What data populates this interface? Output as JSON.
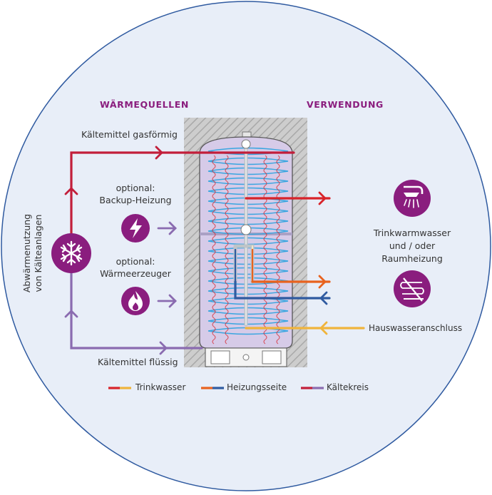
{
  "headings": {
    "sources": "WÄRMEQUELLEN",
    "usage": "VERWENDUNG"
  },
  "labels": {
    "refrigerant_gas": "Kältemittel gasförmig",
    "refrigerant_liquid": "Kältemittel flüssig",
    "backup_heating": [
      "optional:",
      "Backup-Heizung"
    ],
    "heat_generator": [
      "optional:",
      "Wärmeerzeuger"
    ],
    "waste_heat": [
      "Abwärmenutzung",
      "von Kälteanlagen"
    ],
    "hot_water_or_heating": [
      "Trinkwarmwasser",
      "und / oder",
      "Raumheizung"
    ],
    "house_water_connection": "Hauswasseranschluss"
  },
  "legend": [
    {
      "label": "Trinkwasser",
      "colors": [
        "#d8232a",
        "#f0b43c"
      ]
    },
    {
      "label": "Heizungsseite",
      "colors": [
        "#e8621e",
        "#2f5aa0"
      ]
    },
    {
      "label": "Kältekreis",
      "colors": [
        "#c21e3a",
        "#8a6bb0"
      ]
    }
  ],
  "icons": [
    "snowflake-icon",
    "lightning-icon",
    "flame-icon",
    "shower-icon",
    "floor-heating-icon"
  ],
  "colors": {
    "circle_fill": "#e8eef8",
    "purple": "#8a1d7e",
    "red": "#d8232a",
    "orange": "#e8621e",
    "blue": "#2f5aa0",
    "yellow": "#f0b43c",
    "violet": "#8a6bb0",
    "tank_fill": "#d6cbe8",
    "wall_hatch": "#c4c4c4",
    "coil_blue": "#3aa6e0"
  }
}
